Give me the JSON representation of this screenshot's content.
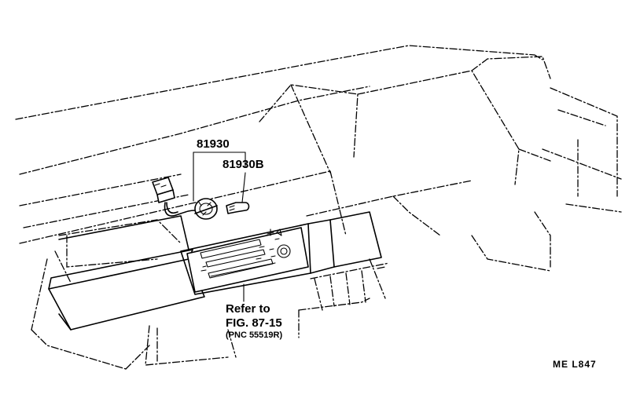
{
  "diagram": {
    "part_main": "81930",
    "part_sub": "81930B",
    "refer_line1": "Refer to",
    "refer_line2": "FIG. 87-15",
    "refer_line3": "(PNC 55519R)",
    "code": "ME  L847"
  }
}
